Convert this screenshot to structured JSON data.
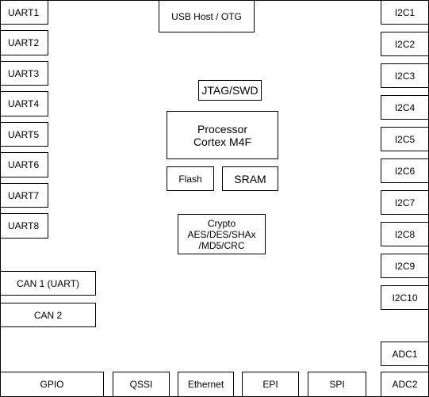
{
  "usb": "USB Host / OTG",
  "jtag": "JTAG/SWD",
  "processor": [
    "Processor",
    "Cortex M4F"
  ],
  "flash": "Flash",
  "sram": "SRAM",
  "crypto": [
    "Crypto",
    "AES/DES/SHAx",
    "/MD5/CRC"
  ],
  "uart": [
    "UART1",
    "UART2",
    "UART3",
    "UART4",
    "UART5",
    "UART6",
    "UART7",
    "UART8"
  ],
  "can": [
    "CAN 1 (UART)",
    "CAN 2"
  ],
  "i2c": [
    "I2C1",
    "I2C2",
    "I2C3",
    "I2C4",
    "I2C5",
    "I2C6",
    "I2C7",
    "I2C8",
    "I2C9",
    "I2C10"
  ],
  "adc": [
    "ADC1",
    "ADC2"
  ],
  "bottom": [
    "GPIO",
    "QSSI",
    "Ethernet",
    "EPI",
    "SPI"
  ]
}
